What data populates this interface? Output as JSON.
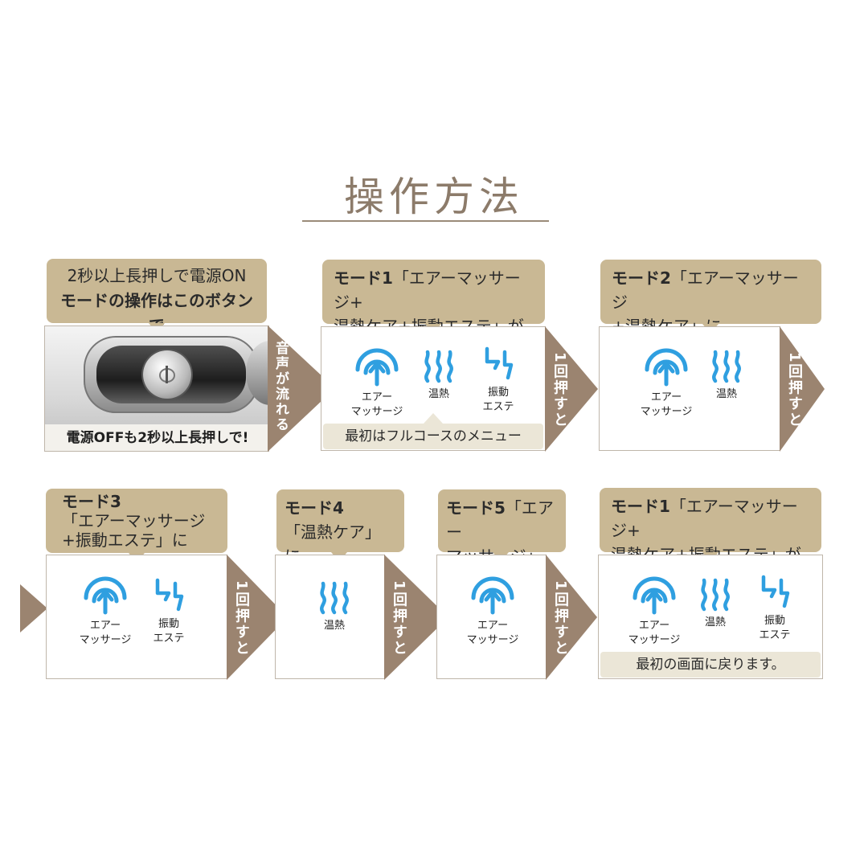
{
  "title": "操作方法",
  "power_step": {
    "bubble_line1": "2秒以上長押しで電源ON",
    "bubble_line2": "モードの操作はこのボタンで",
    "caption": "電源OFFも2秒以上長押しで!",
    "arrow_text": "音声が流れる"
  },
  "modes": [
    {
      "title": "モード1",
      "desc_line1": "「エアーマッサージ+",
      "desc_line2": "温熱ケア+振動エステ」が稼働",
      "icons": [
        {
          "name": "air",
          "label1": "エアー",
          "label2": "マッサージ"
        },
        {
          "name": "heat",
          "label1": "温熱",
          "label2": ""
        },
        {
          "name": "vibe",
          "label1": "振動",
          "label2": "エステ"
        }
      ],
      "note": "最初はフルコースのメニュー",
      "arrow_text": "1回押すと"
    },
    {
      "title": "モード2",
      "desc_line1": "「エアーマッサージ",
      "desc_line2": "+温熱ケア」に",
      "icons": [
        {
          "name": "air",
          "label1": "エアー",
          "label2": "マッサージ"
        },
        {
          "name": "heat",
          "label1": "温熱",
          "label2": ""
        }
      ],
      "arrow_text": "1回押すと"
    },
    {
      "title": "モード3",
      "desc_line1": "「エアーマッサージ",
      "desc_line2": "+振動エステ」に",
      "icons": [
        {
          "name": "air",
          "label1": "エアー",
          "label2": "マッサージ"
        },
        {
          "name": "vibe",
          "label1": "振動",
          "label2": "エステ"
        }
      ],
      "arrow_text": "1回押すと"
    },
    {
      "title": "モード4",
      "desc_line1": "「温熱ケア」に",
      "icons": [
        {
          "name": "heat",
          "label1": "温熱",
          "label2": ""
        }
      ],
      "arrow_text": "1回押すと"
    },
    {
      "title": "モード5",
      "desc_line1": "「エアー",
      "desc_line2": "マッサージ」に",
      "icons": [
        {
          "name": "air",
          "label1": "エアー",
          "label2": "マッサージ"
        }
      ],
      "arrow_text": "1回押すと"
    },
    {
      "title": "モード1",
      "desc_line1": "「エアーマッサージ+",
      "desc_line2": "温熱ケア+振動エステ」が稼働",
      "icons": [
        {
          "name": "air",
          "label1": "エアー",
          "label2": "マッサージ"
        },
        {
          "name": "heat",
          "label1": "温熱",
          "label2": ""
        },
        {
          "name": "vibe",
          "label1": "振動",
          "label2": "エステ"
        }
      ],
      "note": "最初の画面に戻ります。"
    }
  ],
  "colors": {
    "bubble": "#c9b894",
    "arrow": "#9b8470",
    "icon": "#2f9fe0",
    "title": "#8c7b6a"
  }
}
